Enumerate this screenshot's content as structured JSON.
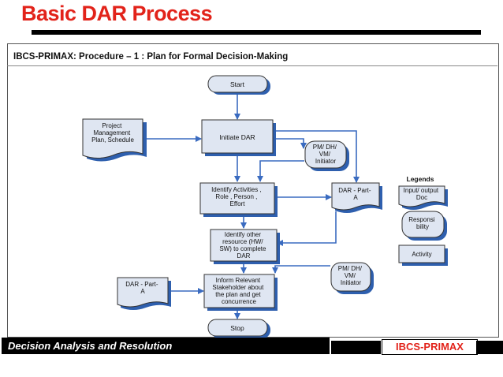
{
  "title": "Basic DAR Process",
  "subtitle": "IBCS-PRIMAX: Procedure – 1 : Plan for Formal Decision-Making",
  "footer": {
    "left_text": "Decision Analysis and Resolution",
    "brand": "IBCS-PRIMAX"
  },
  "colors": {
    "title": "#e2231a",
    "node_fill": "#dfe6f2",
    "node_shadow": "#2e5fae",
    "arrow": "#3a6bc0"
  },
  "nodes": {
    "start": "Start",
    "doc_plan": [
      "Project",
      "Management",
      "Plan, Schedule"
    ],
    "initiate": [
      "Initiate DAR"
    ],
    "resp_top": [
      "PM/ DH/",
      "VM/",
      "Initiator"
    ],
    "identify": [
      "Identify Activities  ,",
      "Role , Person ,",
      "Effort"
    ],
    "dar_right": [
      "DAR - Part-",
      "A"
    ],
    "identify_res": [
      "Identify other",
      "resource (HW/",
      "SW) to complete",
      "DAR"
    ],
    "resp_bottom": [
      "PM/ DH/",
      "VM/",
      "Initiator"
    ],
    "dar_left": [
      "DAR - Part-",
      "A"
    ],
    "inform": [
      "Inform Relevant",
      "Stakeholder about",
      "the plan and get",
      "concurrence"
    ],
    "stop": "Stop"
  },
  "legend": {
    "title": "Legends",
    "doc": [
      "Input/ output",
      "Doc"
    ],
    "resp": [
      "Responsi",
      "bility"
    ],
    "activity": "Activity"
  }
}
